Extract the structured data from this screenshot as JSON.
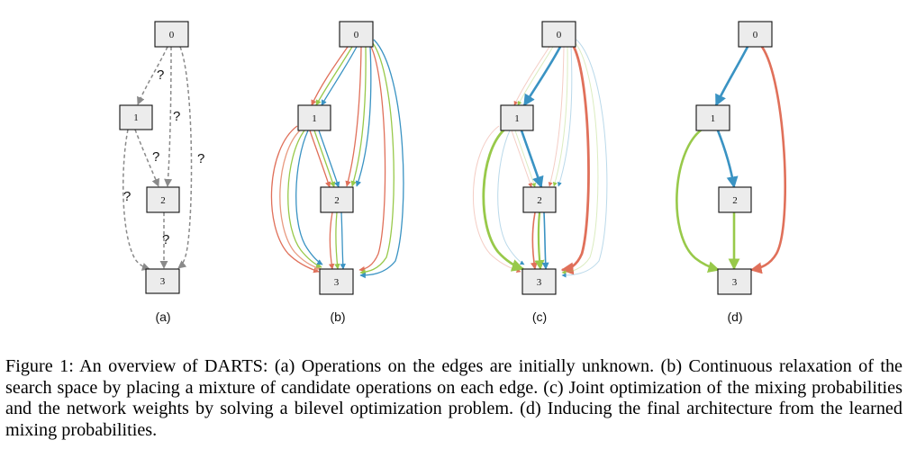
{
  "figure": {
    "panels": [
      {
        "id": "a",
        "label": "(a)",
        "nodes": [
          "0",
          "1",
          "2",
          "3"
        ],
        "question_marks": [
          "?",
          "?",
          "?",
          "?",
          "?",
          "?"
        ]
      },
      {
        "id": "b",
        "label": "(b)",
        "nodes": [
          "0",
          "1",
          "2",
          "3"
        ]
      },
      {
        "id": "c",
        "label": "(c)",
        "nodes": [
          "0",
          "1",
          "2",
          "3"
        ]
      },
      {
        "id": "d",
        "label": "(d)",
        "nodes": [
          "0",
          "1",
          "2",
          "3"
        ]
      }
    ],
    "colors": {
      "unknown_edge": "#8a8a8a",
      "op_blue": "#3a93c3",
      "op_green": "#98c94a",
      "op_red": "#e0705a",
      "op_salmon": "#e89a80",
      "node_fill": "#ececec",
      "node_stroke": "#111111"
    }
  },
  "caption": {
    "text": "Figure 1: An overview of DARTS: (a) Operations on the edges are initially unknown. (b) Continuous relaxation of the search space by placing a mixture of candidate operations on each edge. (c) Joint optimization of the mixing probabilities and the network weights by solving a bilevel optimization problem. (d) Inducing the final architecture from the learned mixing probabilities."
  }
}
